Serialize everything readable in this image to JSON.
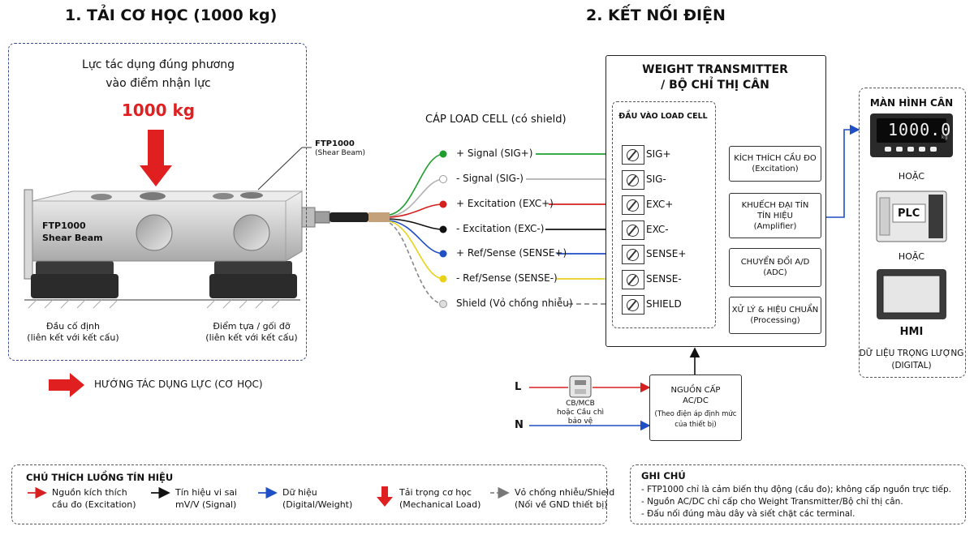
{
  "sections": {
    "mechanical_title": "1. TẢI CƠ HỌC (1000 kg)",
    "electrical_title": "2. KẾT NỐI ĐIỆN"
  },
  "mechanical": {
    "force_desc_line1": "Lực tác dụng đúng phương",
    "force_desc_line2": "vào điểm nhận lực",
    "load_value": "1000 kg",
    "sensor_callout_name": "FTP1000",
    "sensor_callout_sub": "(Shear Beam)",
    "beam_label_line1": "FTP1000",
    "beam_label_line2": "Shear Beam",
    "fixed_end_line1": "Đầu cố định",
    "fixed_end_line2": "(liên kết với kết cấu)",
    "support_line1": "Điểm tựa / gối đỡ",
    "support_line2": "(liên kết với kết cấu)",
    "force_direction_legend": "HƯỚNG TÁC DỤNG LỰC (CƠ HỌC)"
  },
  "cable": {
    "title": "CÁP LOAD CELL (có shield)",
    "wires": [
      {
        "label": "+ Signal (SIG+)",
        "terminal": "SIG+",
        "color": "#1f9e2e"
      },
      {
        "label": "- Signal (SIG-)",
        "terminal": "SIG-",
        "color": "#b8b8b8"
      },
      {
        "label": "+ Excitation (EXC+)",
        "terminal": "EXC+",
        "color": "#d62020"
      },
      {
        "label": "- Excitation (EXC-)",
        "terminal": "EXC-",
        "color": "#111111"
      },
      {
        "label": "+ Ref/Sense (SENSE+)",
        "terminal": "SENSE+",
        "color": "#1f4fc4"
      },
      {
        "label": "- Ref/Sense (SENSE-)",
        "terminal": "SENSE-",
        "color": "#e8d21a"
      },
      {
        "label": "Shield (Vỏ chống nhiễu)",
        "terminal": "SHIELD",
        "color": "#888888"
      }
    ]
  },
  "transmitter": {
    "title_line1": "WEIGHT TRANSMITTER",
    "title_line2": "/ BỘ CHỈ THỊ CÂN",
    "input_title": "ĐẦU VÀO LOAD CELL",
    "blocks": [
      {
        "line1": "KÍCH THÍCH CẦU ĐO",
        "line2": "",
        "line3": "(Excitation)"
      },
      {
        "line1": "KHUẾCH ĐẠI TÍN",
        "line2": "TÍN HIỆU",
        "line3": "(Amplifier)"
      },
      {
        "line1": "CHUYỂN ĐỔI A/D",
        "line2": "",
        "line3": "(ADC)"
      },
      {
        "line1": "XỬ LÝ & HIỆU CHUẨN",
        "line2": "",
        "line3": "(Processing)"
      }
    ]
  },
  "outputs": {
    "title": "MÀN HÌNH CÂN",
    "display_value": "1000.0",
    "display_unit": "kg",
    "or1": "HOẶC",
    "plc_label": "PLC",
    "or2": "HOẶC",
    "hmi_label": "HMI",
    "data_line1": "DỮ LIỆU TRỌNG LƯỢNG",
    "data_line2": "(DIGITAL)"
  },
  "power": {
    "L": "L",
    "N": "N",
    "breaker_line1": "CB/MCB",
    "breaker_line2": "hoặc Cầu chì",
    "breaker_line3": "bảo vệ",
    "supply_line1": "NGUỒN CẤP",
    "supply_line2": "AC/DC",
    "supply_line3": "(Theo điện áp định mức",
    "supply_line4": "của thiết bị)"
  },
  "legend": {
    "title": "CHÚ THÍCH LUỒNG TÍN HIỆU",
    "items": [
      {
        "line1": "Nguồn kích thích",
        "line2": "cầu đo (Excitation)",
        "color": "#d62020"
      },
      {
        "line1": "Tín hiệu vi sai",
        "line2": "mV/V (Signal)",
        "color": "#111111"
      },
      {
        "line1": "Dữ hiệu",
        "line2": "(Digital/Weight)",
        "color": "#1f4fc4"
      },
      {
        "line1": "Tải trọng cơ học",
        "line2": "(Mechanical Load)",
        "color": "#d62020"
      },
      {
        "line1": "Vỏ chống nhiễu/Shield",
        "line2": "(Nối về GND thiết bị)",
        "color": "#888888"
      }
    ]
  },
  "notes": {
    "title": "GHI CHÚ",
    "items": [
      "- FTP1000 chỉ là cảm biến thụ động (cầu đo); không cấp nguồn trực tiếp.",
      "- Nguồn AC/DC chỉ cấp cho Weight Transmitter/Bộ chỉ thị cân.",
      "- Đấu nối đúng màu dây và siết chặt các terminal."
    ]
  }
}
